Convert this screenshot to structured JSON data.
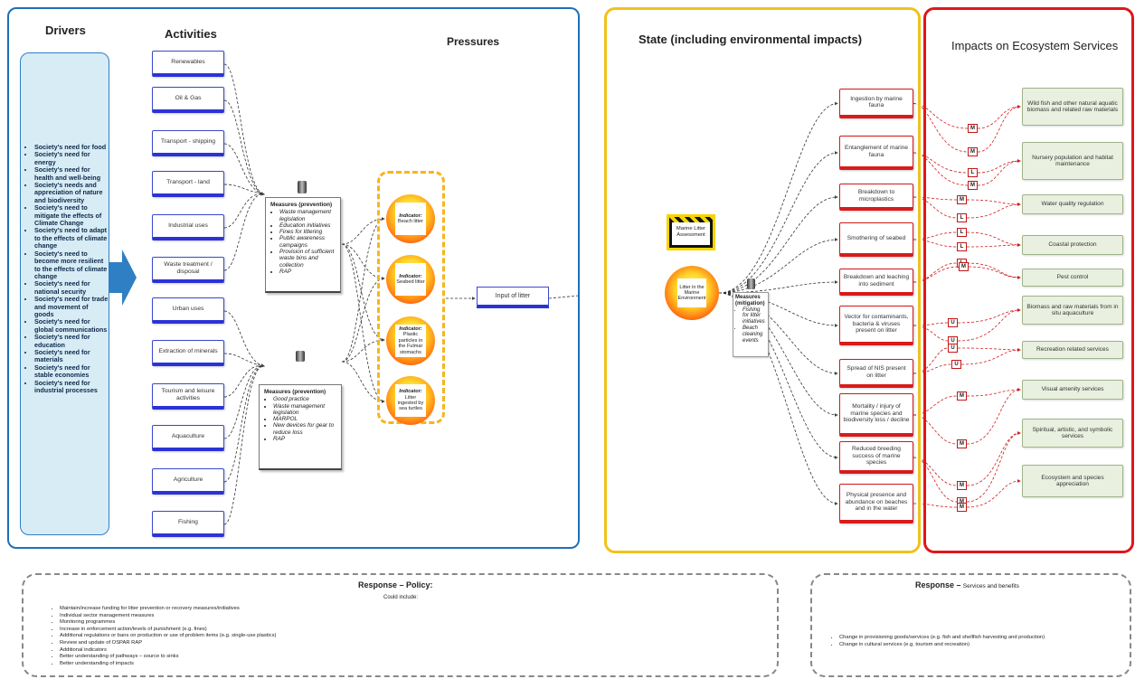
{
  "headers": {
    "drivers": "Drivers",
    "activities": "Activities",
    "pressures": "Pressures",
    "state": "State (including environmental impacts)",
    "impacts": "Impacts on Ecosystem Services"
  },
  "drivers": [
    "Society's need for food",
    "Society's need for energy",
    "Society's need for health and well-being",
    "Society's needs and appreciation of nature and biodiversity",
    "Society's need to mitigate the effects of Climate Change",
    "Society's need to adapt to the effects of climate change",
    "Society's need to become more resilient to the effects of climate change",
    "Society's need for national security",
    "Society's need for trade and movement of goods",
    "Society's need for global communications",
    "Society's need for education",
    "Society's need for materials",
    "Society's need for stable economies",
    "Society's need for industrial processes"
  ],
  "activities": [
    "Renewables",
    "Oil & Gas",
    "Transport - shipping",
    "Transport - land",
    "Industrial uses",
    "Waste treatment / disposal",
    "Urban uses",
    "Extraction of minerals",
    "Tourism and leisure activities",
    "Aquaculture",
    "Agriculture",
    "Fishing"
  ],
  "measures_prevention_1": {
    "title": "Measures (prevention)",
    "items": [
      "Waste management legislation",
      "Education initiatives",
      "Fines for littering",
      "Public awareness campaigns",
      "Provision of sufficient waste bins and collection",
      "RAP"
    ]
  },
  "measures_prevention_2": {
    "title": "Measures (prevention)",
    "items": [
      "Good practice",
      "Waste management legislation",
      "MARPOL",
      "New devices for gear to reduce loss",
      "RAP"
    ]
  },
  "indicators": [
    {
      "label": "Indicator:",
      "text": "Beach litter"
    },
    {
      "label": "Indicator:",
      "text": "Seabed litter"
    },
    {
      "label": "Indicator:",
      "text": "Plastic particles in the Fulmar stomachs"
    },
    {
      "label": "Indicator:",
      "text": "Litter ingested by sea turtles"
    }
  ],
  "input_of_litter": "Input of litter",
  "marine_litter_assessment": "Marine Litter Assessment",
  "litter_in_marine_env": "Litter in the Marine Environment",
  "measures_mitigation": {
    "title": "Measures (mitigation)",
    "items": [
      "Fishing for litter initiatives",
      "Beach cleaning events"
    ]
  },
  "states": [
    "Ingestion by marine fauna",
    "Entanglement of marine fauna",
    "Breakdown to microplastics",
    "Smothering of seabed",
    "Breakdown and leaching into sediment",
    "Vector for contaminants, bacteria & viruses present on litter",
    "Spread of NIS present on litter",
    "Mortality / injury of marine species and biodiversity loss / decline",
    "Reduced breeding success of marine species",
    "Physical presence and abundance on beaches and in the water"
  ],
  "services": [
    "Wild fish and other natural aquatic biomass and related raw materials",
    "Nursery population and habitat maintenance",
    "Water quality regulation",
    "Coastal protection",
    "Pest control",
    "Biomass and raw materials from in situ aquaculture",
    "Recreation related services",
    "Visual amenity services",
    "Spiritual, artistic, and symbolic services",
    "Ecosystem and species appreciation"
  ],
  "markers": [
    {
      "text": "M"
    },
    {
      "text": "M"
    },
    {
      "text": "L"
    },
    {
      "text": "M"
    },
    {
      "text": "M"
    },
    {
      "text": "L"
    },
    {
      "text": "L"
    },
    {
      "text": "L"
    },
    {
      "text": "L"
    },
    {
      "text": "M"
    },
    {
      "text": "U"
    },
    {
      "text": "U"
    },
    {
      "text": "U"
    },
    {
      "text": "U"
    },
    {
      "text": "M"
    },
    {
      "text": "M"
    },
    {
      "text": "M"
    },
    {
      "text": "M"
    },
    {
      "text": "M"
    }
  ],
  "response_policy": {
    "title": "Response – Policy:",
    "subtitle": "Could include:",
    "items": [
      "Maintain/increase funding for litter prevention or recovery measures/initiatives",
      "Individual sector management measures",
      "Monitoring programmes",
      "Increase in enforcement action/levels of punishment (e.g. fines)",
      "Additional regulations or bans on production or use of problem items (e.g. single-use plastics)",
      "Review and update of OSPAR RAP",
      "Additional indicators",
      "Better understanding of pathways – source to sinks",
      "Better understanding of impacts"
    ]
  },
  "response_services": {
    "title": "Response –",
    "title_rest": "Services and benefits",
    "items": [
      "Change in provisioning goods/services (e.g. fish and shellfish harvesting and production)",
      "Change in cultural services (e.g. tourism and recreation)"
    ]
  }
}
